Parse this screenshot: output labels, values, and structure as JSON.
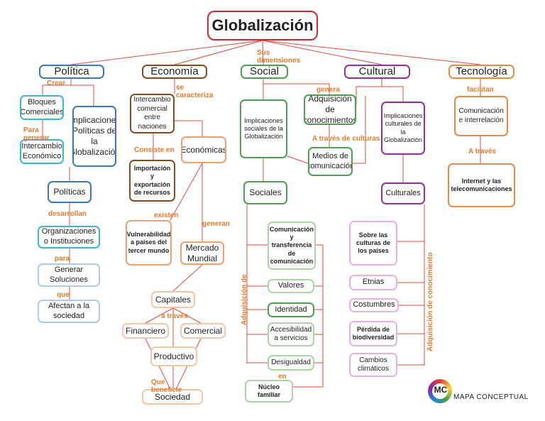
{
  "title": "Globalización",
  "categories": {
    "politica": "Política",
    "economia": "Economía",
    "social": "Social",
    "cultural": "Cultural",
    "tecnologia": "Tecnología"
  },
  "link_labels": {
    "sus_dimensiones": "Sus dimensiones",
    "crear": "Crear",
    "para_generar": "Para generar",
    "desarrollan": "desarrollan",
    "para": "para",
    "que": "que",
    "se_caracteriza": "se caracteriza",
    "consiste_en": "Consiste en",
    "existen": "existen",
    "generan": "generan",
    "a_traves": "a través",
    "que_beneficie": "Que beneficie",
    "genera": "genera",
    "a_traves_de_culturas": "A través de culturas",
    "adquisicion_de": "Adquisición de",
    "en": "en",
    "adquisicion_de_conocimiento": "Adquisición de conocimiento",
    "facilitan": "facilitan",
    "a_traves_tec": "A través"
  },
  "politica": {
    "bloques": "Bloques Comerciales",
    "intercambio": "Intercambio Económico",
    "implicaciones": "Implicaciones Políticas de la Globalización",
    "politicas": "Políticas",
    "organizaciones": "Organizaciones o Instituciones",
    "soluciones": "Generar Soluciones",
    "sociedad": "Afectan a la sociedad"
  },
  "economia": {
    "intercambio": "Intercambio comercial entre naciones",
    "economicas": "Económicas",
    "importacion": "Importación y exportación de recursos",
    "vulnerabilidad": "Vulnerabilidad a países del tercer mundo",
    "mercado": "Mercado Mundial",
    "capitales": "Capitales",
    "financiero": "Financiero",
    "comercial": "Comercial",
    "productivo": "Productivo",
    "sociedad": "Sociedad"
  },
  "social": {
    "implicaciones": "Implicaciones sociales de la Globalización",
    "adquisicion": "Adquisición de conocimientos",
    "medios": "Medios de comunicación",
    "sociales": "Sociales",
    "comunicacion": "Comunicación y transferencia de comunicación",
    "valores": "Valores",
    "identidad": "Identidad",
    "accesibilidad": "Accesibilidad a servicios",
    "desigualdad": "Desigualdad",
    "nucleo": "Núcleo familiar"
  },
  "cultural": {
    "implicaciones": "Implicaciones culturales de la Globalización",
    "culturales": "Culturales",
    "sobre": "Sobre las culturas de los países",
    "etnias": "Etnias",
    "costumbres": "Costumbres",
    "perdida": "Pérdida de biodiversidad",
    "cambios": "Cambios climáticos"
  },
  "tecnologia": {
    "comunicacion": "Comunicación e interrelación",
    "internet": "Internet y las telecomunicaciones"
  },
  "logo": {
    "monogram": "MC",
    "name": "MAPA CONCEPTUAL"
  }
}
